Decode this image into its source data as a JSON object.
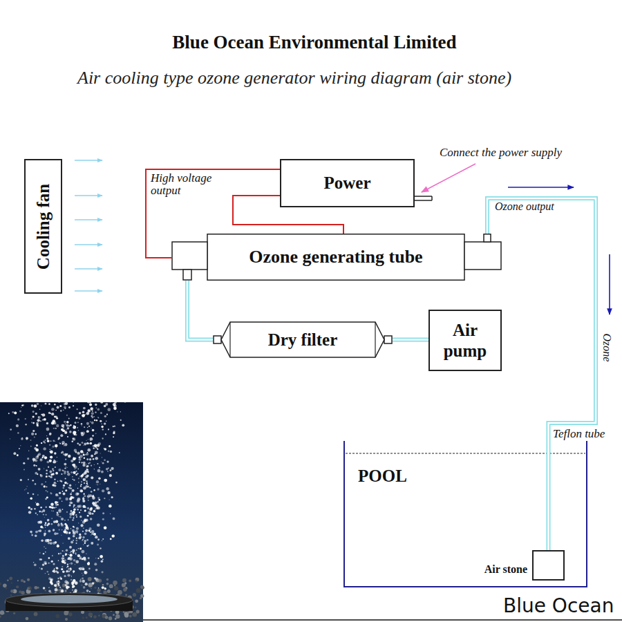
{
  "diagram": {
    "title": "Blue Ocean Environmental Limited",
    "caption": "Air cooling type ozone generator wiring diagram (air stone)",
    "nodes": [
      {
        "text": [
          "Cooling fan"
        ]
      },
      {
        "text": [
          "Power"
        ]
      },
      {
        "text": [
          "Ozone generating tube"
        ]
      },
      {
        "text": [
          "Dry filter"
        ]
      },
      {
        "text": [
          "Air pump"
        ]
      },
      {
        "text": [
          "POOL"
        ]
      },
      {
        "text": [
          "Air stone"
        ],
        "in": 5
      }
    ],
    "edges": [
      {
        "from": 1,
        "to": 2,
        "arrow": "none",
        "label": "High voltage output"
      },
      {
        "from": 1,
        "to": 2,
        "arrow": "none"
      },
      {
        "from": 4,
        "to": 3,
        "arrow": "none"
      },
      {
        "from": 3,
        "to": 2,
        "arrow": "none"
      },
      {
        "from": 2,
        "to": 6,
        "arrow": "none",
        "label": "Teflon tube"
      }
    ],
    "labels": [
      "Connect the power supply",
      "Ozone output",
      "Ozone",
      "Blue Ocean"
    ]
  }
}
